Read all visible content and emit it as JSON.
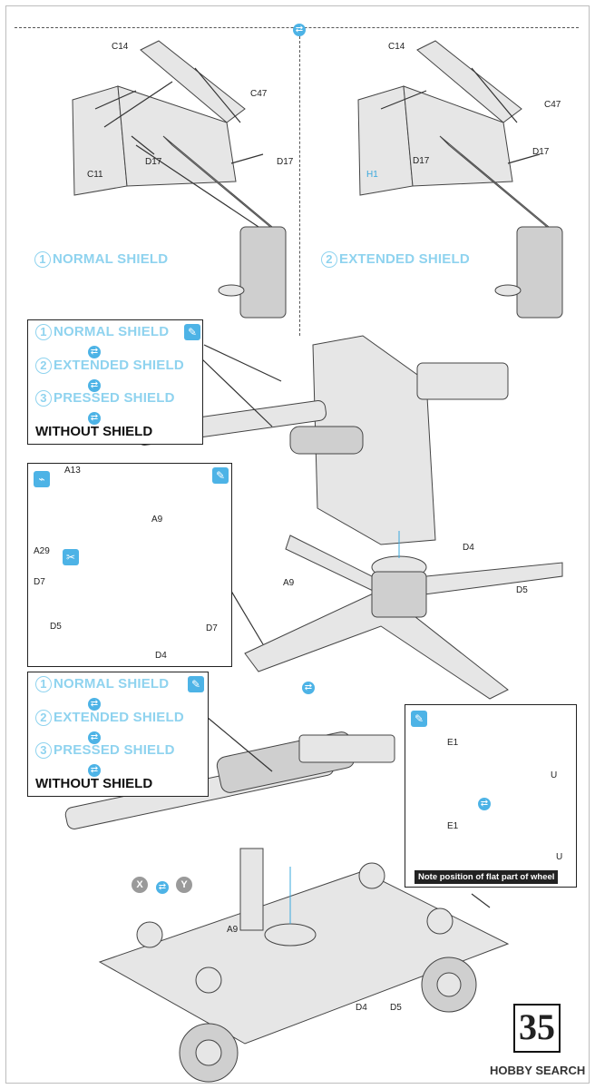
{
  "step_number": "35",
  "footer_brand": "HOBBY SEARCH",
  "options": {
    "normal": {
      "num": "1",
      "label": "NORMAL SHIELD"
    },
    "extended": {
      "num": "2",
      "label": "EXTENDED SHIELD"
    },
    "pressed": {
      "num": "3",
      "label": "PRESSED SHIELD"
    },
    "without": "WITHOUT SHIELD"
  },
  "part_labels": {
    "c14": "C14",
    "c47": "C47",
    "c11": "C11",
    "d17": "D17",
    "h1": "H1",
    "a13": "A13",
    "a9": "A9",
    "a29": "A29",
    "d7": "D7",
    "d5": "D5",
    "d4": "D4",
    "e1": "E1",
    "u": "U"
  },
  "note": "Note position of flat part of wheel",
  "markers": {
    "x": "X",
    "y": "Y"
  },
  "colors": {
    "accent": "#4db3e6",
    "option_text": "#8fd3ef",
    "line": "#333333"
  }
}
